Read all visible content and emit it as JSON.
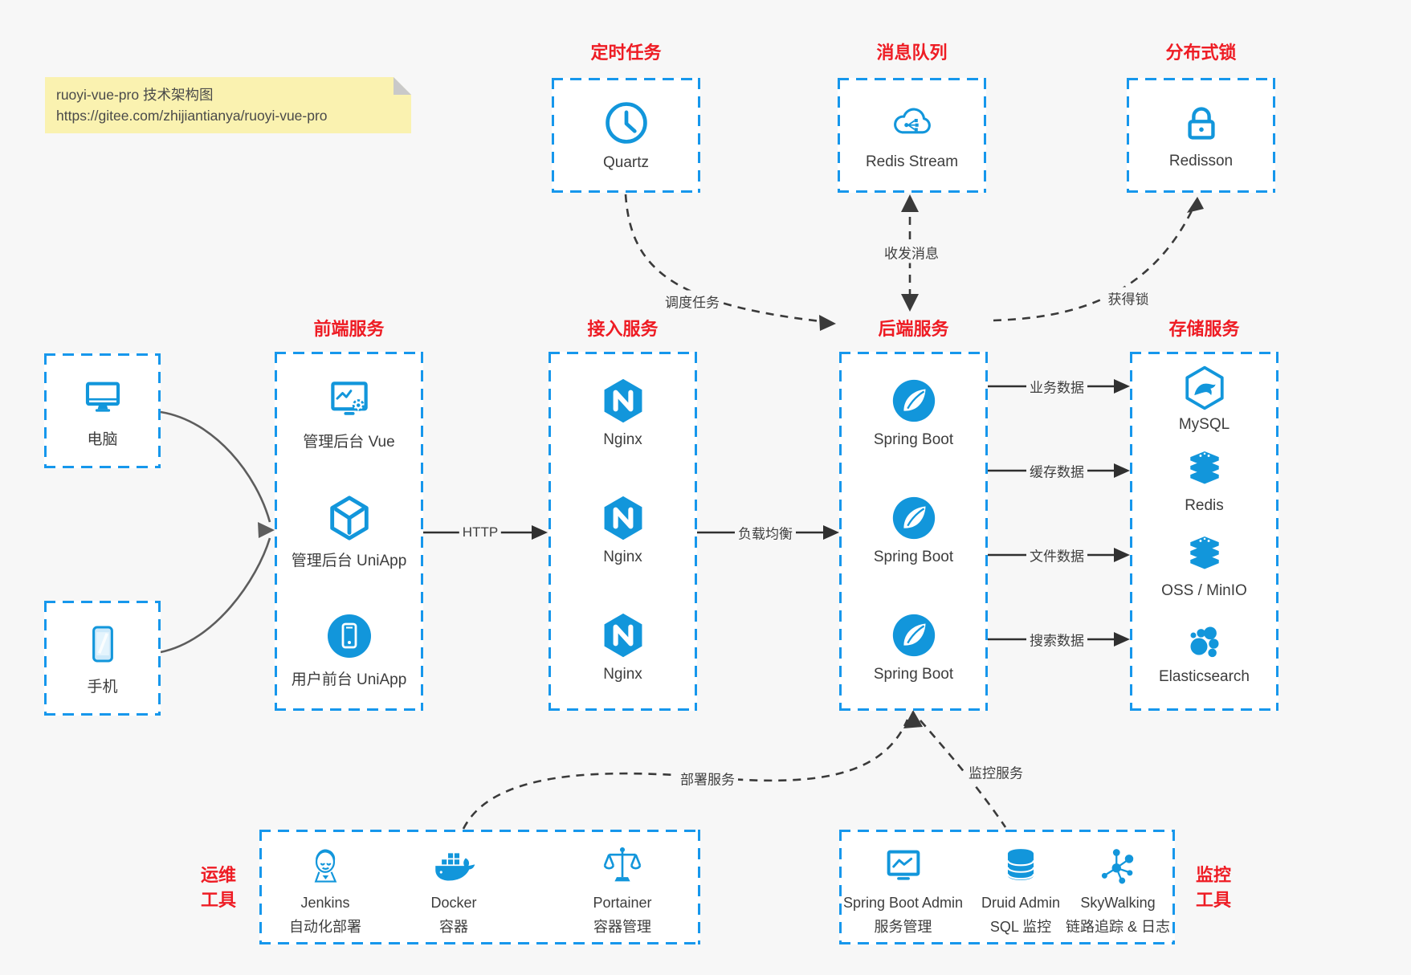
{
  "note": {
    "line1": "ruoyi-vue-pro 技术架构图",
    "line2": "https://gitee.com/zhijiantianya/ruoyi-vue-pro"
  },
  "titles": {
    "scheduled": "定时任务",
    "mq": "消息队列",
    "lock": "分布式锁",
    "frontend": "前端服务",
    "gateway": "接入服务",
    "backend": "后端服务",
    "storage": "存储服务"
  },
  "side_titles": {
    "devops_line1": "运维",
    "devops_line2": "工具",
    "monitor_line1": "监控",
    "monitor_line2": "工具"
  },
  "clients": {
    "computer": "电脑",
    "phone": "手机"
  },
  "scheduled_item": "Quartz",
  "mq_item": "Redis Stream",
  "lock_item": "Redisson",
  "frontend_items": [
    "管理后台 Vue",
    "管理后台 UniApp",
    "用户前台 UniApp"
  ],
  "gateway_items": [
    "Nginx",
    "Nginx",
    "Nginx"
  ],
  "backend_items": [
    "Spring Boot",
    "Spring Boot",
    "Spring Boot"
  ],
  "storage_items": [
    "MySQL",
    "Redis",
    "OSS / MinIO",
    "Elasticsearch"
  ],
  "devops_items": [
    {
      "name": "Jenkins",
      "desc": "自动化部署"
    },
    {
      "name": "Docker",
      "desc": "容器"
    },
    {
      "name": "Portainer",
      "desc": "容器管理"
    }
  ],
  "monitor_items": [
    {
      "name": "Spring Boot Admin",
      "desc": "服务管理"
    },
    {
      "name": "Druid Admin",
      "desc": "SQL 监控"
    },
    {
      "name": "SkyWalking",
      "desc": "链路追踪 & 日志"
    }
  ],
  "edges": {
    "http": "HTTP",
    "load_balance": "负载均衡",
    "schedule": "调度任务",
    "message": "收发消息",
    "get_lock": "获得锁",
    "biz_data": "业务数据",
    "cache_data": "缓存数据",
    "file_data": "文件数据",
    "search_data": "搜索数据",
    "deploy": "部署服务",
    "monitor": "监控服务"
  },
  "colors": {
    "icon_blue": "#1296DB",
    "border_blue": "#1697EC",
    "title_red": "#EE1C24",
    "background": "#F7F7F7",
    "note_yellow": "#FAF2B0",
    "text": "#3D3D3D",
    "arrow_dark": "#3A3A3A"
  }
}
